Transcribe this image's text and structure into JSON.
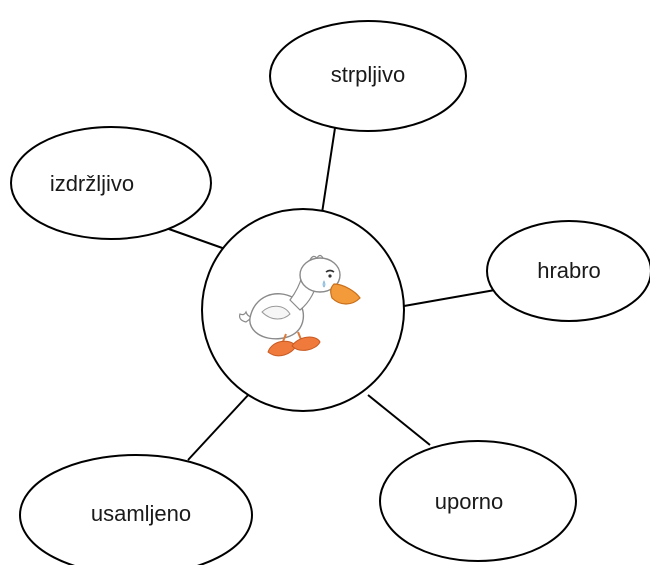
{
  "diagram": {
    "center_image": "sad-white-duckling-icon",
    "nodes": [
      {
        "id": "strpljivo",
        "label": "strpljivo"
      },
      {
        "id": "izdrzljivo",
        "label": "izdržljivo"
      },
      {
        "id": "hrabro",
        "label": "hrabro"
      },
      {
        "id": "usamljeno",
        "label": "usamljeno"
      },
      {
        "id": "uporno",
        "label": "uporno"
      }
    ]
  },
  "colors": {
    "stroke": "#000000",
    "duck_body": "#ffffff",
    "duck_beak": "#f39a3a",
    "duck_feet": "#f07a3c"
  }
}
